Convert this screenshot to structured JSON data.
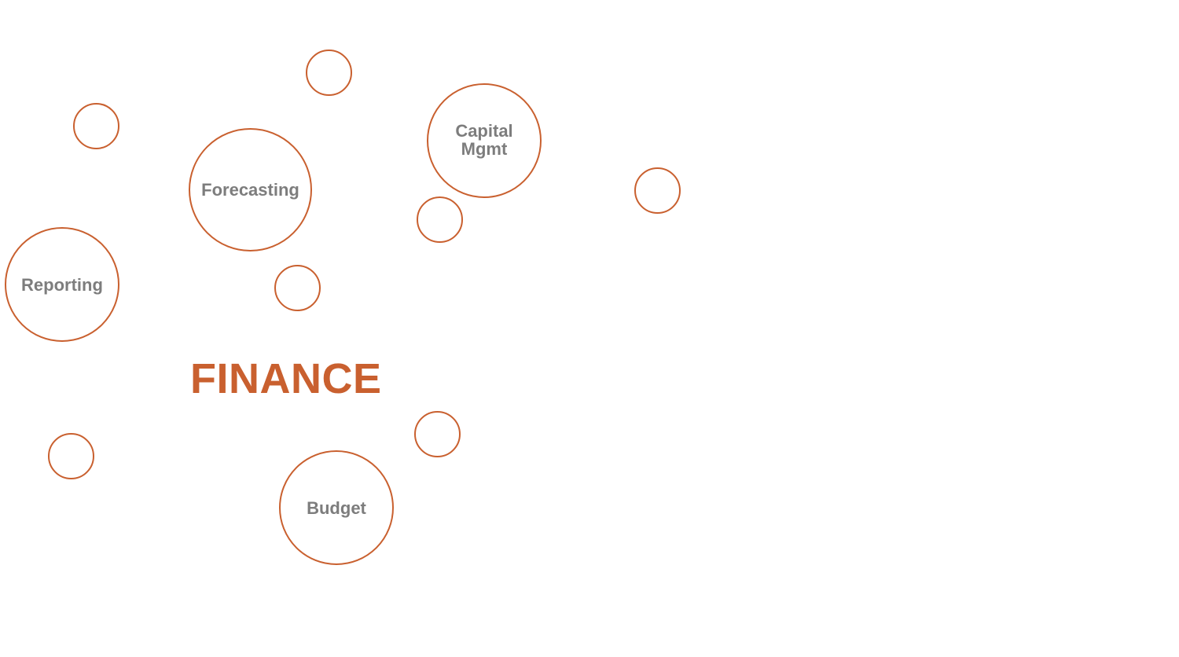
{
  "title": "FINANCE",
  "colors": {
    "accent": "#c9602f",
    "label": "#7d7d7d",
    "background": "#ffffff"
  },
  "topics": {
    "forecasting": "Forecasting",
    "capital_mgmt": "Capital\nMgmt",
    "reporting": "Reporting",
    "budget": "Budget"
  }
}
